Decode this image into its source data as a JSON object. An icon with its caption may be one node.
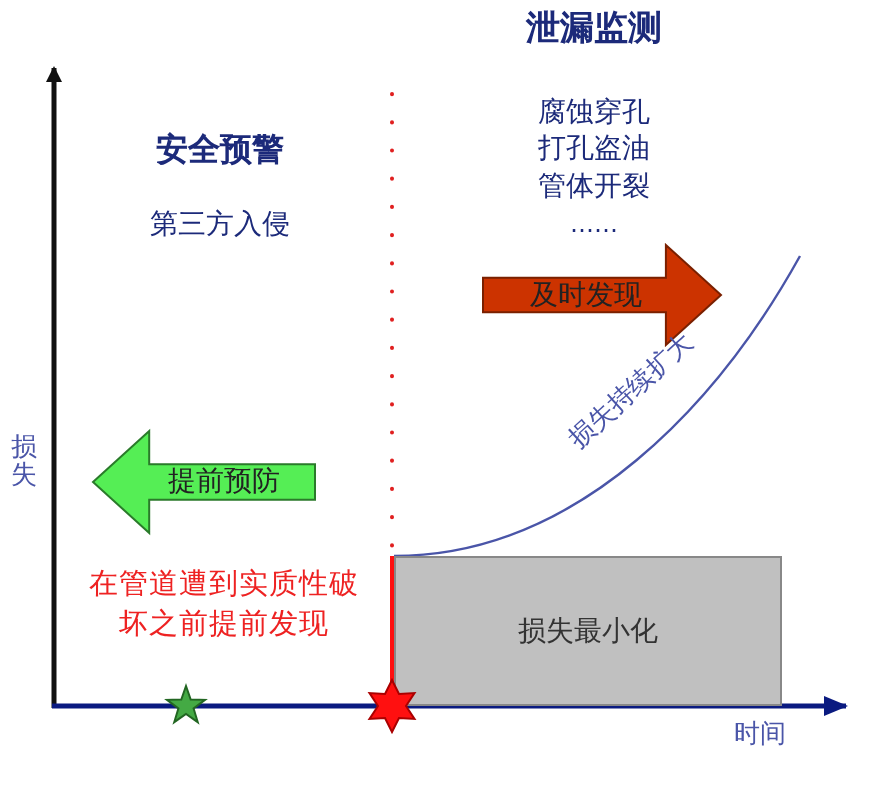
{
  "diagram": {
    "nodes": [
      {
        "text": [
          "提前预防"
        ]
      },
      {
        "text": [
          "及时发现"
        ]
      },
      {
        "text": [
          "损失最小化"
        ]
      }
    ],
    "labels": [
      "泄漏监测",
      "安全预警",
      "腐蚀穿孔",
      "打孔盗油",
      "管体开裂",
      "……",
      "第三方入侵",
      "损失持续扩大",
      "损失",
      "在管道遭到实质性破坏之前提前发现",
      "时间"
    ]
  }
}
